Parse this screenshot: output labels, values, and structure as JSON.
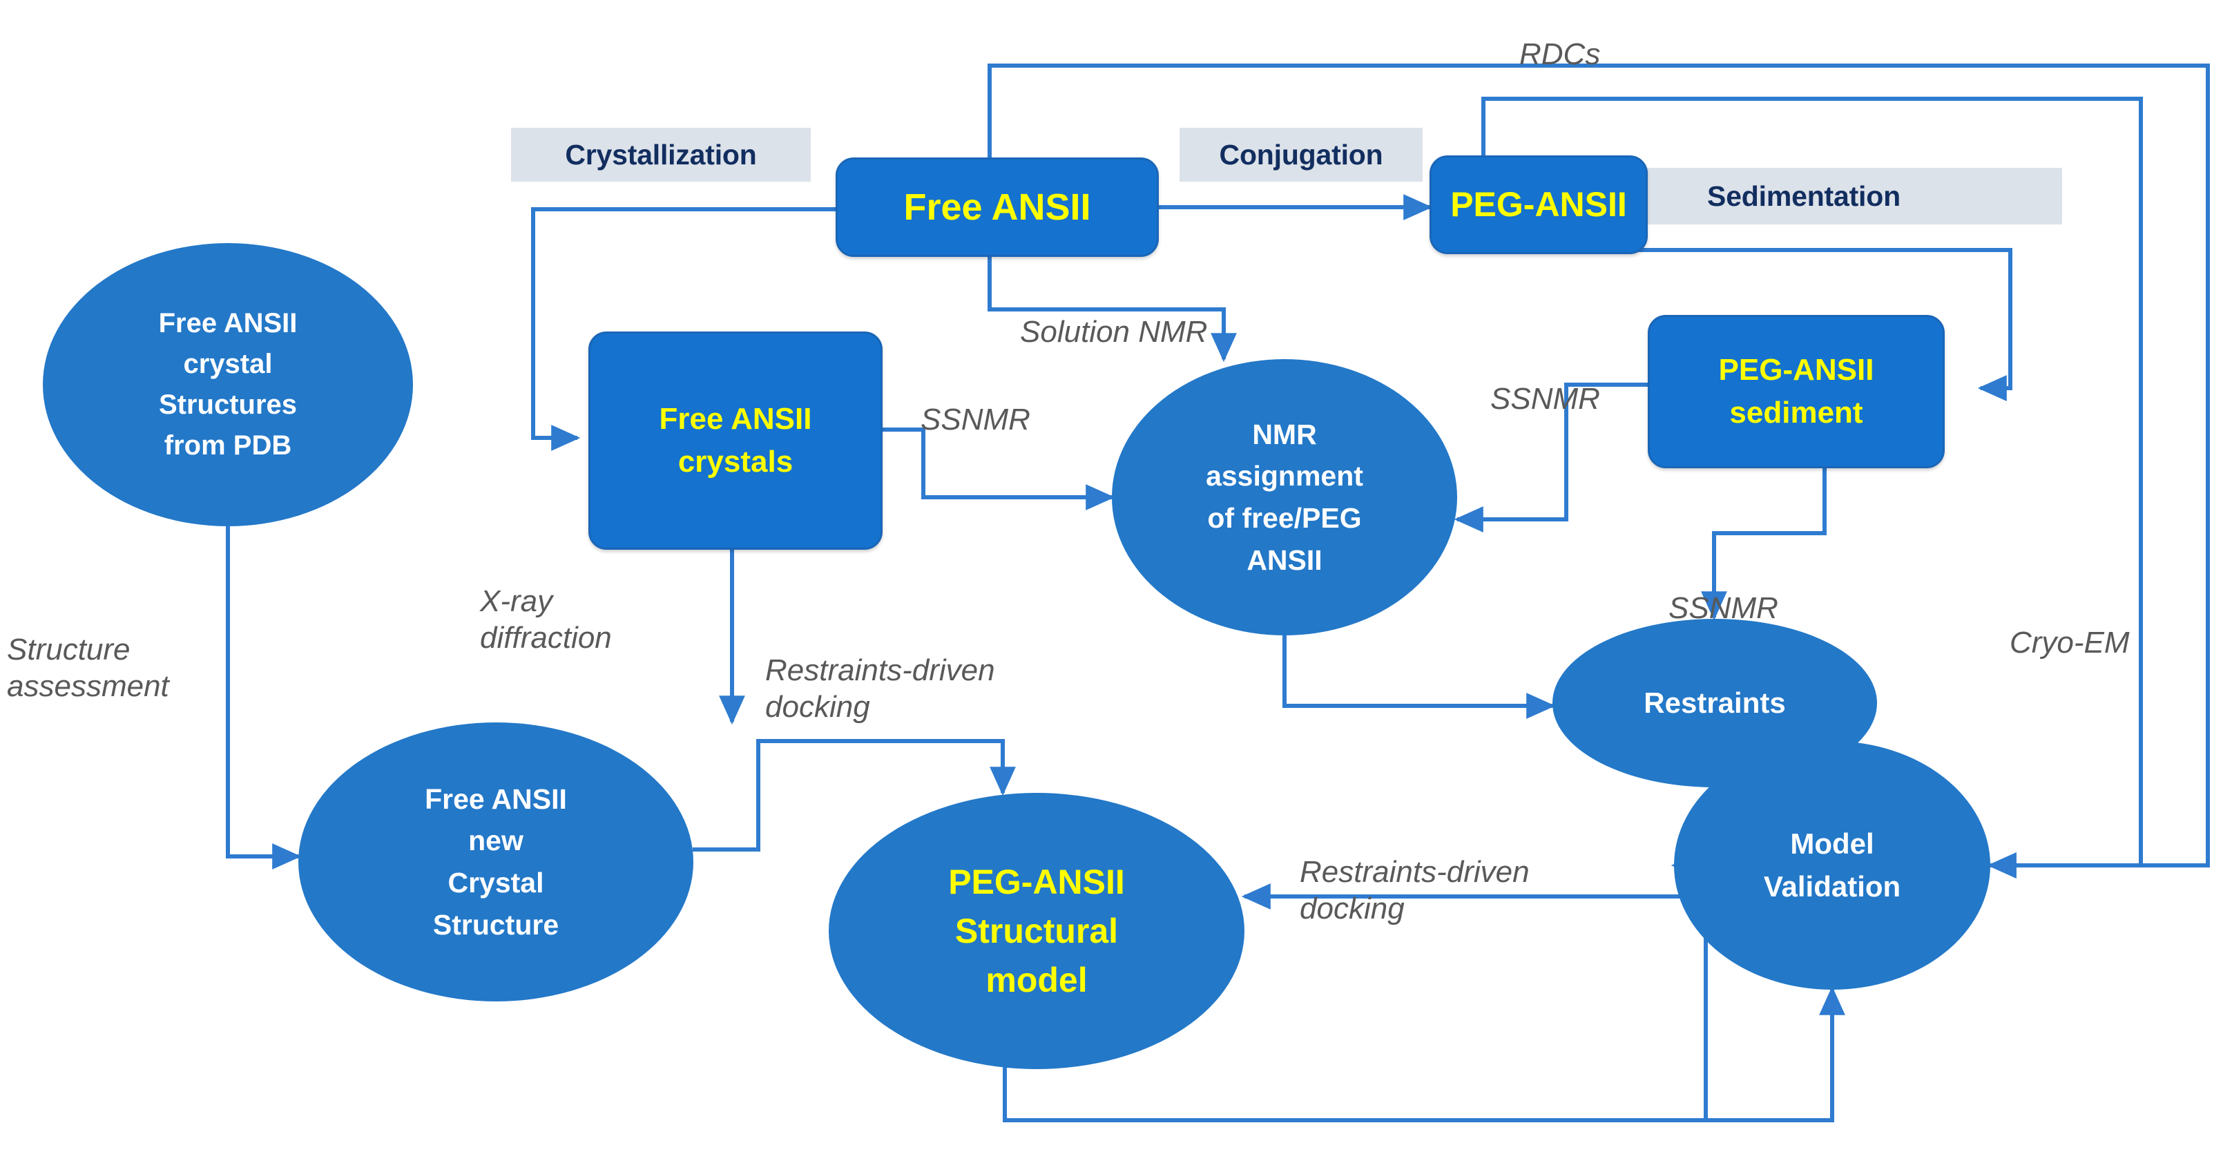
{
  "theme": {
    "node_fill": "#2378C8",
    "box_fill": "#1572CE",
    "box_stroke": "#1A66B8",
    "yellow_text": "#FFFF00",
    "white_text": "#FFFFFF",
    "chip_fill": "#DCE2E9",
    "chip_text": "#122E60",
    "edge_color": "#2E7BD0",
    "edge_label_color": "#595959",
    "background": "#FFFFFF"
  },
  "diagram": {
    "type": "flowchart",
    "title": "",
    "nodes": [
      {
        "id": "pdb",
        "shape": "ellipse",
        "text": "Free ANSII\ncrystal\nStructures\nfrom PDB",
        "text_color": "white"
      },
      {
        "id": "freeansii",
        "shape": "rounded-box",
        "text": "Free ANSII",
        "text_color": "yellow"
      },
      {
        "id": "pegansii",
        "shape": "rounded-box",
        "text": "PEG-ANSII",
        "text_color": "yellow"
      },
      {
        "id": "crystals",
        "shape": "rounded-box",
        "text": "Free ANSII\ncrystals",
        "text_color": "yellow"
      },
      {
        "id": "sediment",
        "shape": "rounded-box",
        "text": "PEG-ANSII\nsediment",
        "text_color": "yellow"
      },
      {
        "id": "nmrassign",
        "shape": "ellipse",
        "text": "NMR\nassignment\nof free/PEG\nANSII",
        "text_color": "white"
      },
      {
        "id": "restraints",
        "shape": "ellipse",
        "text": "Restraints",
        "text_color": "white"
      },
      {
        "id": "newxtal",
        "shape": "ellipse",
        "text": "Free ANSII\nnew\nCrystal\nStructure",
        "text_color": "white"
      },
      {
        "id": "model",
        "shape": "ellipse",
        "text": "PEG-ANSII\nStructural\nmodel",
        "text_color": "yellow"
      },
      {
        "id": "validation",
        "shape": "ellipse",
        "text": "Model\nValidation",
        "text_color": "white"
      }
    ],
    "process_chips": [
      {
        "id": "crystallization",
        "label": "Crystallization"
      },
      {
        "id": "conjugation",
        "label": "Conjugation"
      },
      {
        "id": "sedimentation",
        "label": "Sedimentation"
      }
    ],
    "edge_labels": [
      {
        "id": "rdcs",
        "label": "RDCs"
      },
      {
        "id": "solution-nmr",
        "label": "Solution NMR"
      },
      {
        "id": "ssnmr-left",
        "label": "SSNMR"
      },
      {
        "id": "ssnmr-right",
        "label": "SSNMR"
      },
      {
        "id": "ssnmr-down",
        "label": "SSNMR"
      },
      {
        "id": "xray",
        "label": "X-ray\ndiffraction"
      },
      {
        "id": "structure-assessment",
        "label": "Structure\nassessment"
      },
      {
        "id": "docking-left",
        "label": "Restraints-driven\ndocking"
      },
      {
        "id": "docking-right",
        "label": "Restraints-driven\ndocking"
      },
      {
        "id": "cryoem",
        "label": "Cryo-EM"
      }
    ],
    "edges": [
      {
        "from": "freeansii",
        "to": "crystals",
        "label": "Crystallization"
      },
      {
        "from": "freeansii",
        "to": "pegansii",
        "label": "Conjugation"
      },
      {
        "from": "freeansii",
        "to": "nmrassign",
        "label": "Solution NMR"
      },
      {
        "from": "freeansii",
        "to": "validation",
        "label": "RDCs"
      },
      {
        "from": "pegansii",
        "to": "sediment",
        "label": "Sedimentation"
      },
      {
        "from": "pegansii",
        "to": "validation",
        "label": "RDCs"
      },
      {
        "from": "crystals",
        "to": "nmrassign",
        "label": "SSNMR"
      },
      {
        "from": "crystals",
        "to": "newxtal",
        "label": "X-ray diffraction"
      },
      {
        "from": "sediment",
        "to": "nmrassign",
        "label": "SSNMR"
      },
      {
        "from": "sediment",
        "to": "restraints",
        "label": "SSNMR"
      },
      {
        "from": "nmrassign",
        "to": "restraints",
        "label": ""
      },
      {
        "from": "pdb",
        "to": "newxtal",
        "label": "Structure assessment"
      },
      {
        "from": "newxtal",
        "to": "model",
        "label": "Restraints-driven docking"
      },
      {
        "from": "restraints",
        "to": "model",
        "label": "Restraints-driven docking"
      },
      {
        "from": "model",
        "to": "validation",
        "label": ""
      },
      {
        "from": "validation",
        "to": "model",
        "label": "Cryo-EM"
      }
    ]
  }
}
